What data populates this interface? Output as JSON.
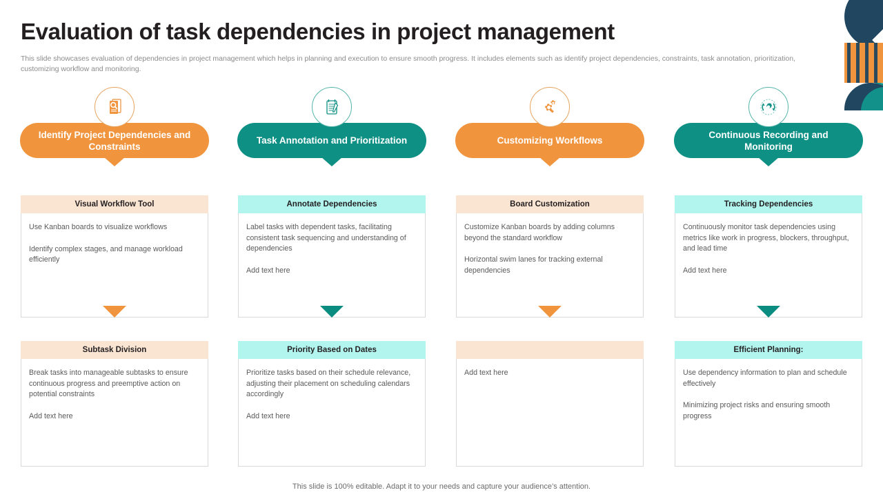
{
  "slide": {
    "title": "Evaluation of task dependencies in project management",
    "subtitle": "This slide showcases evaluation of dependencies in project management which helps in planning and execution to ensure smooth progress. It includes elements such as  identify project dependencies, constraints, task annotation, prioritization, customizing workflow and monitoring.",
    "footer": "This slide is 100% editable. Adapt it to your needs and capture your audience’s attention."
  },
  "colors": {
    "orange": "#f0943e",
    "teal": "#0f9085",
    "orange_light": "#fae5d3",
    "teal_light": "#b2f5ef",
    "navy": "#204660",
    "title": "#231f20",
    "body_text": "#5a5a5a"
  },
  "columns": [
    {
      "theme": "orange",
      "icon": "document-search-icon",
      "pill_label": "Identify Project Dependencies and Constraints",
      "cards": [
        {
          "header": "Visual Workflow Tool",
          "lines": [
            "Use Kanban boards to visualize workflows",
            "Identify complex stages, and manage workload efficiently"
          ]
        },
        {
          "header": "Subtask Division",
          "lines": [
            "Break tasks into manageable subtasks to ensure continuous progress and preemptive action on potential constraints",
            "Add text here"
          ]
        }
      ]
    },
    {
      "theme": "teal",
      "icon": "clipboard-pencil-icon",
      "pill_label": "Task Annotation and Prioritization",
      "cards": [
        {
          "header": "Annotate Dependencies",
          "lines": [
            "Label tasks with dependent tasks, facilitating consistent task sequencing and understanding of dependencies",
            "Add text here"
          ]
        },
        {
          "header": "Priority Based on Dates",
          "lines": [
            "Prioritize tasks based on their schedule relevance,  adjusting their placement on scheduling calendars accordingly",
            "Add text here"
          ]
        }
      ]
    },
    {
      "theme": "orange",
      "icon": "gears-icon",
      "pill_label": "Customizing Workflows",
      "cards": [
        {
          "header": "Board Customization",
          "lines": [
            "Customize Kanban boards by adding columns beyond the standard workflow",
            "Horizontal swim lanes for tracking external dependencies"
          ]
        },
        {
          "header": "",
          "lines": [
            "Add text here"
          ]
        }
      ]
    },
    {
      "theme": "teal",
      "icon": "gear-refresh-icon",
      "pill_label": "Continuous Recording and Monitoring",
      "cards": [
        {
          "header": "Tracking Dependencies",
          "lines": [
            "Continuously monitor task dependencies using metrics like work in progress, blockers, throughput, and lead time",
            "Add text here"
          ]
        },
        {
          "header": "Efficient Planning:",
          "lines": [
            "Use dependency information to plan and schedule effectively",
            "Minimizing project risks and ensuring smooth progress"
          ]
        }
      ]
    }
  ]
}
